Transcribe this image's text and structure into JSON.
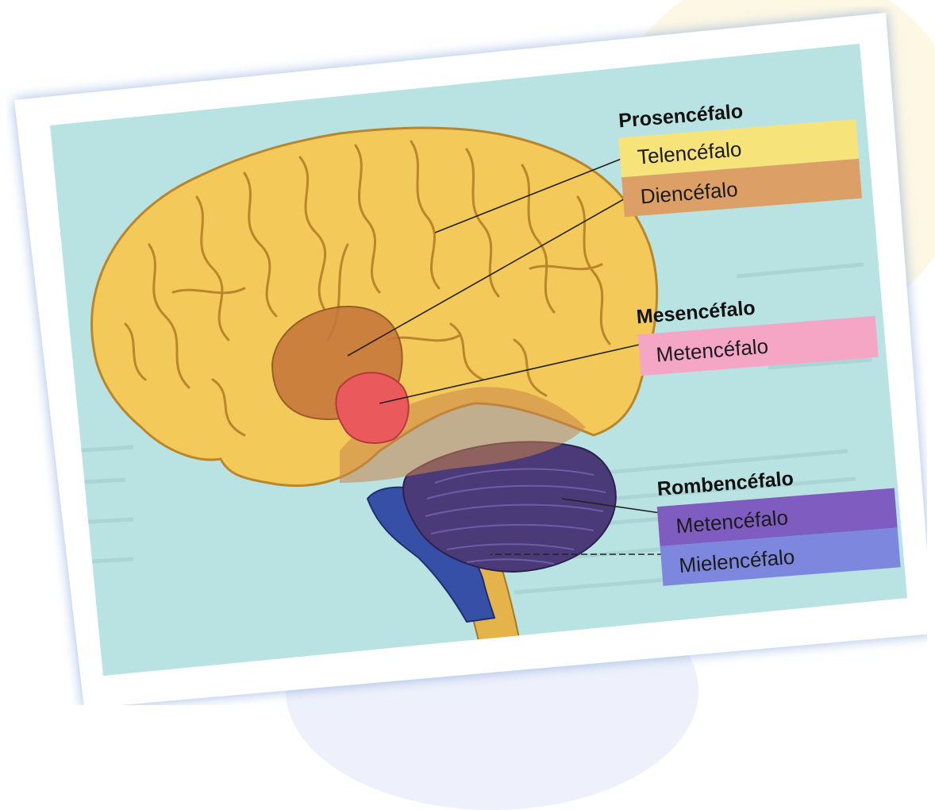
{
  "diagram": {
    "groups": [
      {
        "heading": "Prosencéfalo",
        "items": [
          {
            "label": "Telencéfalo",
            "color": "#f6e37a"
          },
          {
            "label": "Diencéfalo",
            "color": "#dca066"
          }
        ]
      },
      {
        "heading": "Mesencéfalo",
        "items": [
          {
            "label": "Metencéfalo",
            "color": "#f4a6c4"
          }
        ]
      },
      {
        "heading": "Rombencéfalo",
        "items": [
          {
            "label": "Metencéfalo",
            "color": "#7f5cc0"
          },
          {
            "label": "Mielencéfalo",
            "color": "#7d87dd"
          }
        ]
      }
    ]
  },
  "colors": {
    "panel_background": "#b9e3e2",
    "cerebrum": "#f3c95a",
    "cerebrum_outline": "#b9862b",
    "diencephalon": "#c7763a",
    "midbrain": "#ea5a5c",
    "cerebellum": "#4b3a78",
    "brainstem": "#3650a8",
    "spinal_cord": "#e4b44b"
  }
}
